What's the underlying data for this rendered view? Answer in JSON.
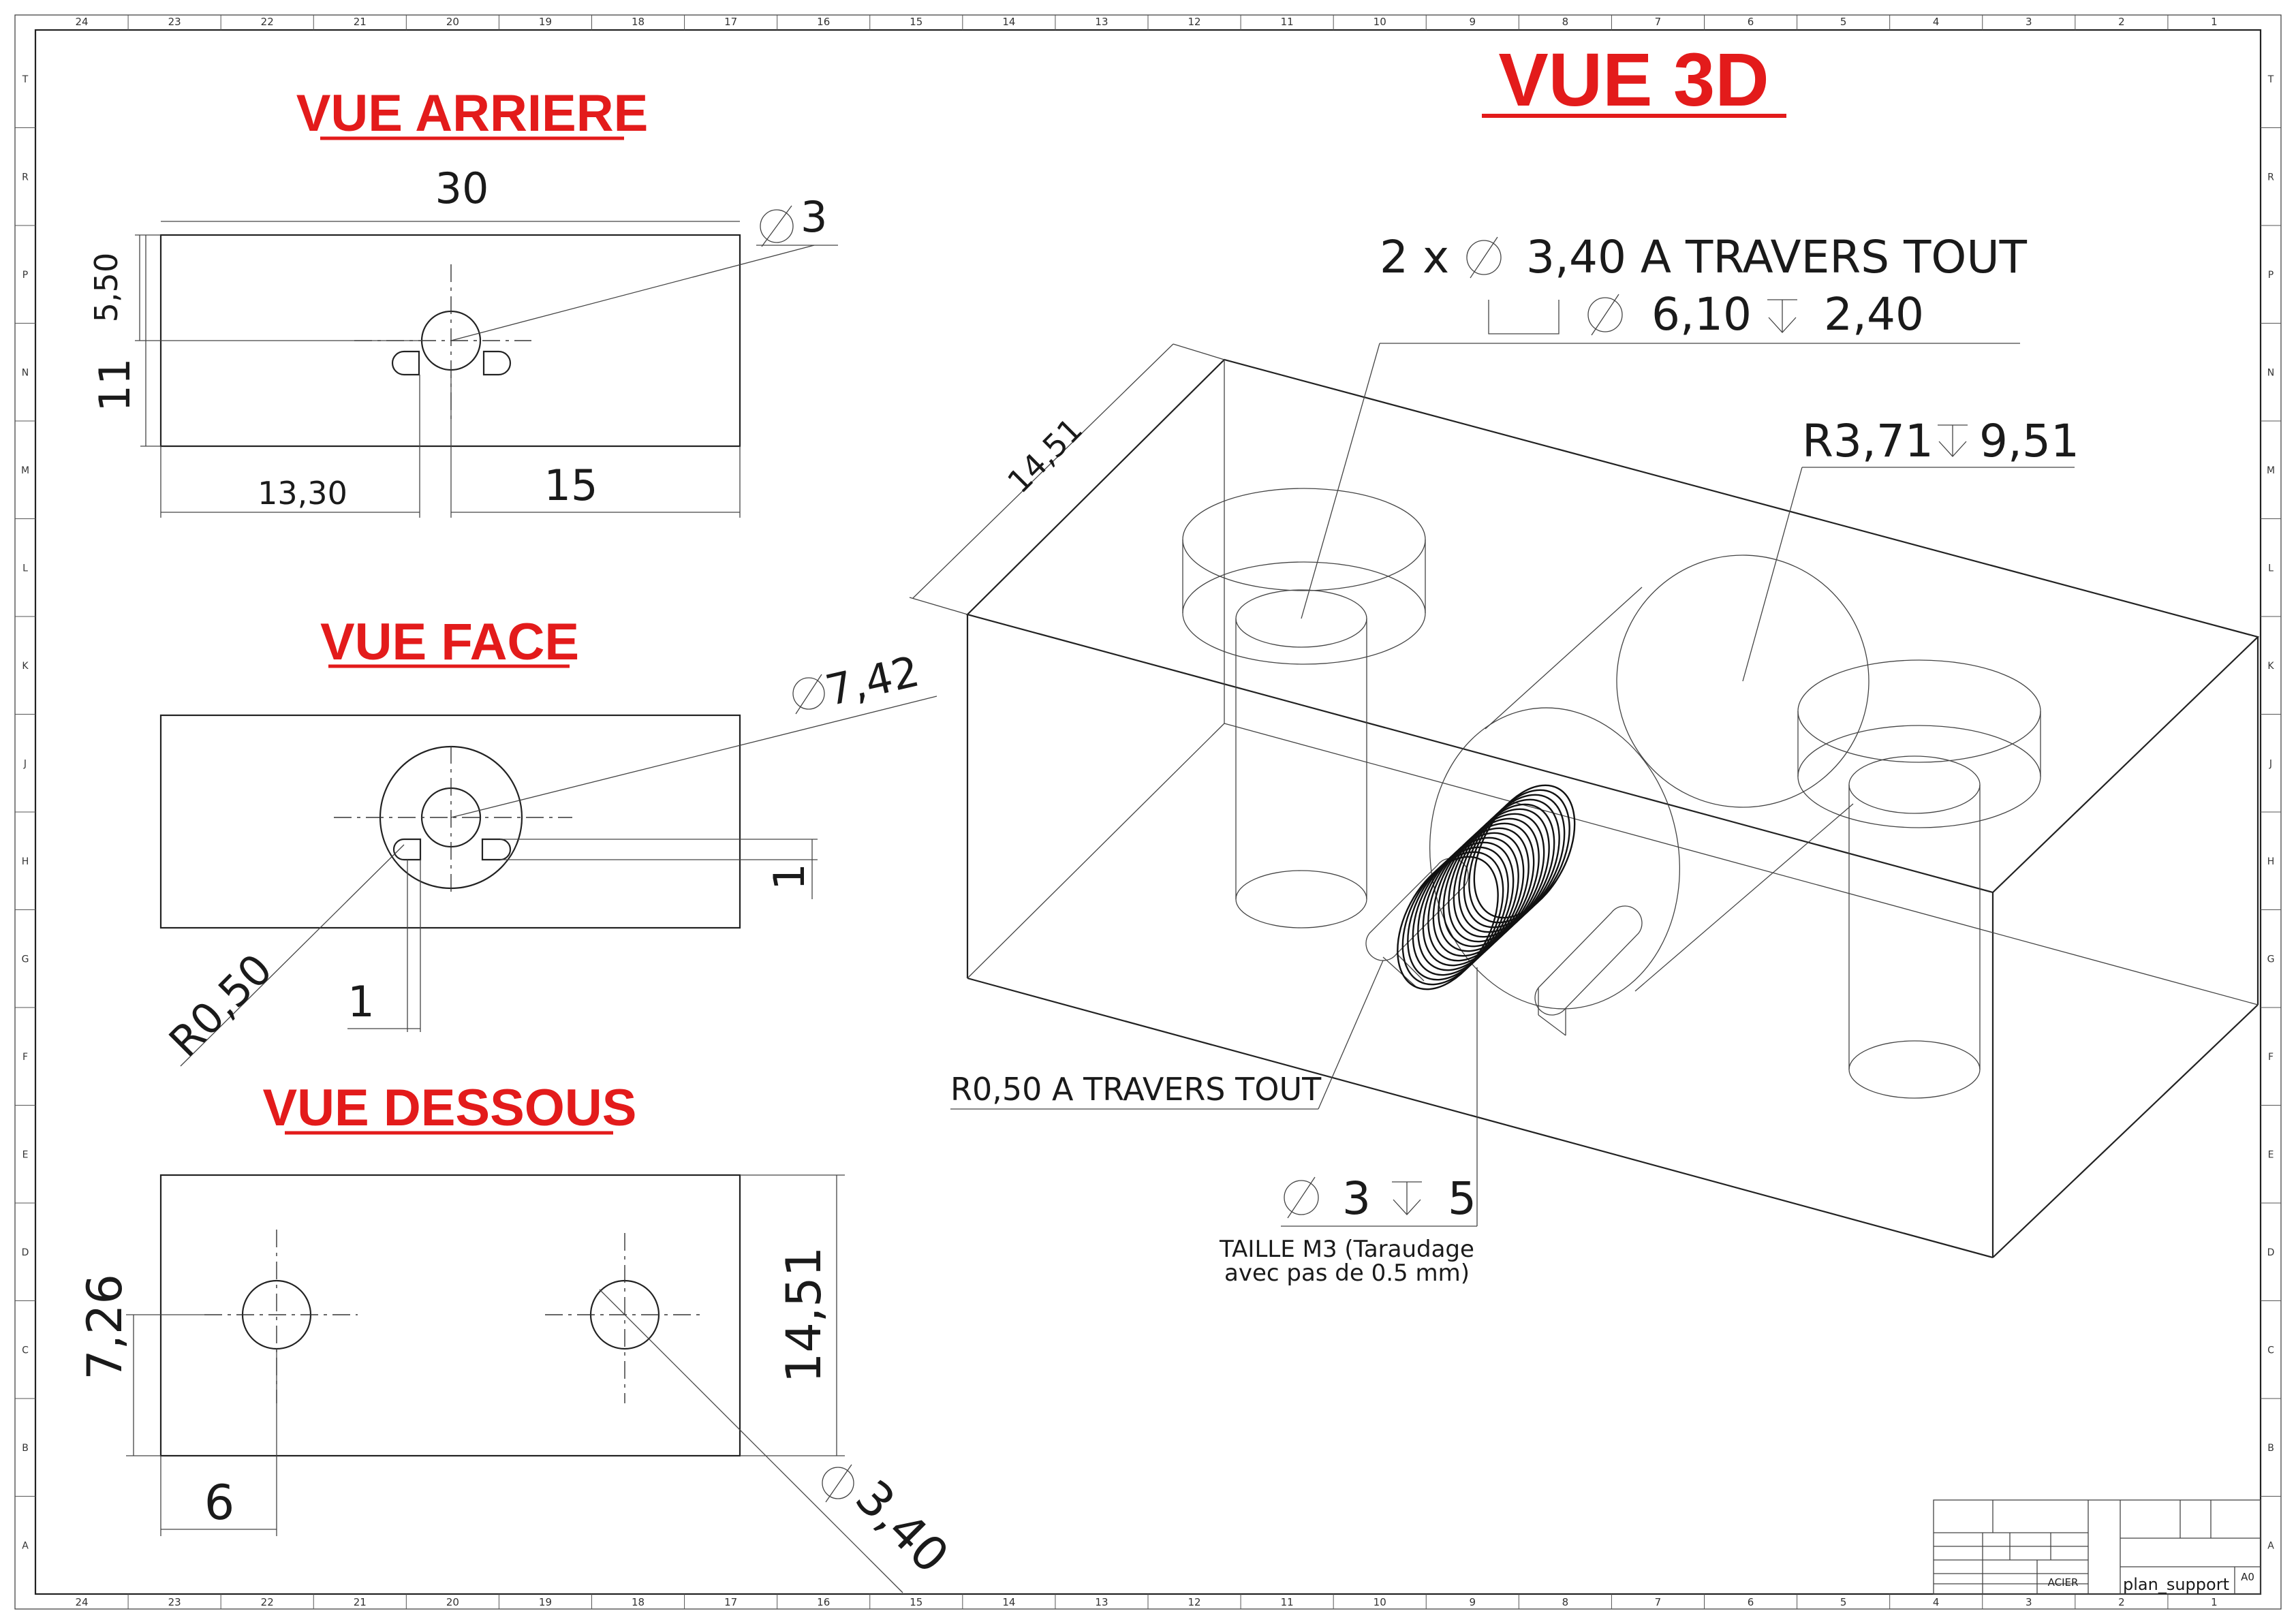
{
  "frame": {
    "columns_top": [
      "24",
      "23",
      "22",
      "21",
      "20",
      "19",
      "18",
      "17",
      "16",
      "15",
      "14",
      "13",
      "12",
      "11",
      "10",
      "9",
      "8",
      "7",
      "6",
      "5",
      "4",
      "3",
      "2",
      "1"
    ],
    "columns_bottom": [
      "24",
      "23",
      "22",
      "21",
      "20",
      "19",
      "18",
      "17",
      "16",
      "15",
      "14",
      "13",
      "12",
      "11",
      "10",
      "9",
      "8",
      "7",
      "6",
      "5",
      "4",
      "3",
      "2",
      "1"
    ],
    "rows": [
      "T",
      "R",
      "P",
      "N",
      "M",
      "L",
      "K",
      "J",
      "H",
      "G",
      "F",
      "E",
      "D",
      "C",
      "B",
      "A"
    ]
  },
  "views": {
    "back": {
      "title": "VUE ARRIERE",
      "dims": {
        "width": "30",
        "hole_dia": "3",
        "top_offset": "5,50",
        "height": "11",
        "left_offset": "13,30",
        "right_offset": "15"
      }
    },
    "front": {
      "title": "VUE FACE",
      "dims": {
        "counterbore_dia": "7,42",
        "radius": "R0,50",
        "slot_width": "1",
        "slot_height": "1"
      }
    },
    "bottom": {
      "title": "VUE DESSOUS",
      "dims": {
        "hole_center_y": "7,26",
        "depth": "14,51",
        "hole_center_x": "6",
        "hole_dia": "3,40"
      }
    },
    "iso": {
      "title": "VUE 3D",
      "callout_holes_line1_prefix": "2 x",
      "callout_holes_line1_value": "3,40 A TRAVERS TOUT",
      "callout_holes_line2_cbore": "6,10",
      "callout_holes_line2_depth": "2,40",
      "callout_radius": "R3,71",
      "callout_radius_depth": "9,51",
      "depth_dim": "14,51",
      "slot_callout": "R0,50 A TRAVERS TOUT",
      "thread_dia": "3",
      "thread_depth": "5",
      "thread_note_line1": "TAILLE M3 (Taraudage",
      "thread_note_line2": "avec pas de 0.5 mm)"
    }
  },
  "title_block": {
    "material": "ACIER",
    "drawing_name": "plan_support",
    "size": "A0"
  },
  "colors": {
    "title_red": "#e31b1b",
    "line": "#222222"
  },
  "icons": {
    "diameter": "diameter-symbol-icon",
    "depth": "depth-symbol-icon",
    "counterbore": "counterbore-symbol-icon"
  }
}
